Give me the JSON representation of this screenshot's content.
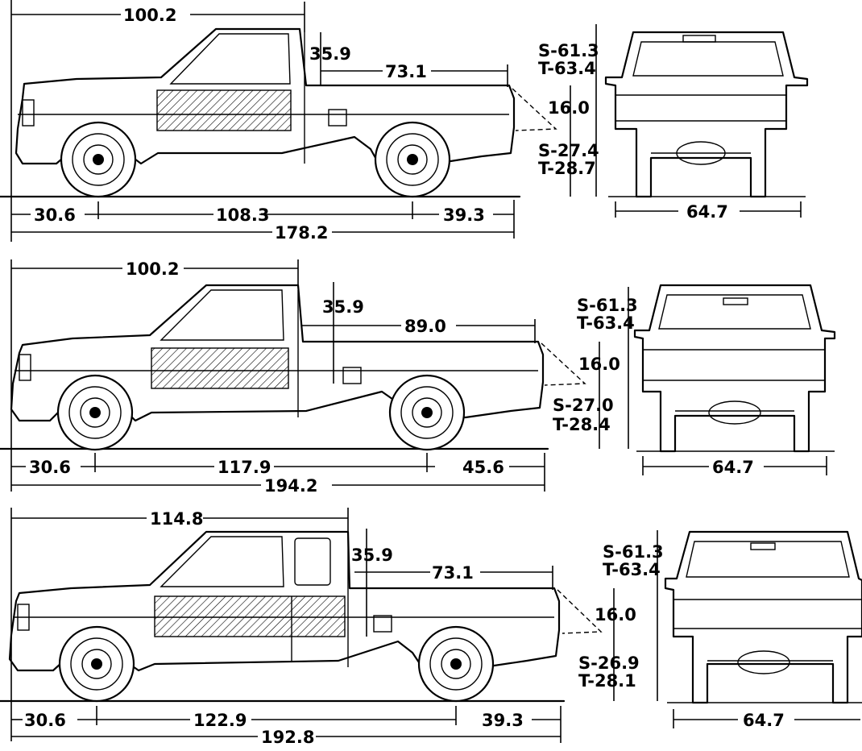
{
  "trucks": [
    {
      "cab_length": "100.2",
      "cab_height": "35.9",
      "bed_length": "73.1",
      "tailgate_depth": "16.0",
      "height_std": "S-61.3",
      "height_turbo": "T-63.4",
      "bed_height_std": "S-27.4",
      "bed_height_turbo": "T-28.7",
      "front_overhang": "30.6",
      "wheelbase": "108.3",
      "rear_overhang": "39.3",
      "overall_length": "178.2",
      "track_width": "64.7"
    },
    {
      "cab_length": "100.2",
      "cab_height": "35.9",
      "bed_length": "89.0",
      "tailgate_depth": "16.0",
      "height_std": "S-61.3",
      "height_turbo": "T-63.4",
      "bed_height_std": "S-27.0",
      "bed_height_turbo": "T-28.4",
      "front_overhang": "30.6",
      "wheelbase": "117.9",
      "rear_overhang": "45.6",
      "overall_length": "194.2",
      "track_width": "64.7"
    },
    {
      "cab_length": "114.8",
      "cab_height": "35.9",
      "bed_length": "73.1",
      "tailgate_depth": "16.0",
      "height_std": "S-61.3",
      "height_turbo": "T-63.4",
      "bed_height_std": "S-26.9",
      "bed_height_turbo": "T-28.1",
      "front_overhang": "30.6",
      "wheelbase": "122.9",
      "rear_overhang": "39.3",
      "overall_length": "192.8",
      "track_width": "64.7"
    }
  ]
}
